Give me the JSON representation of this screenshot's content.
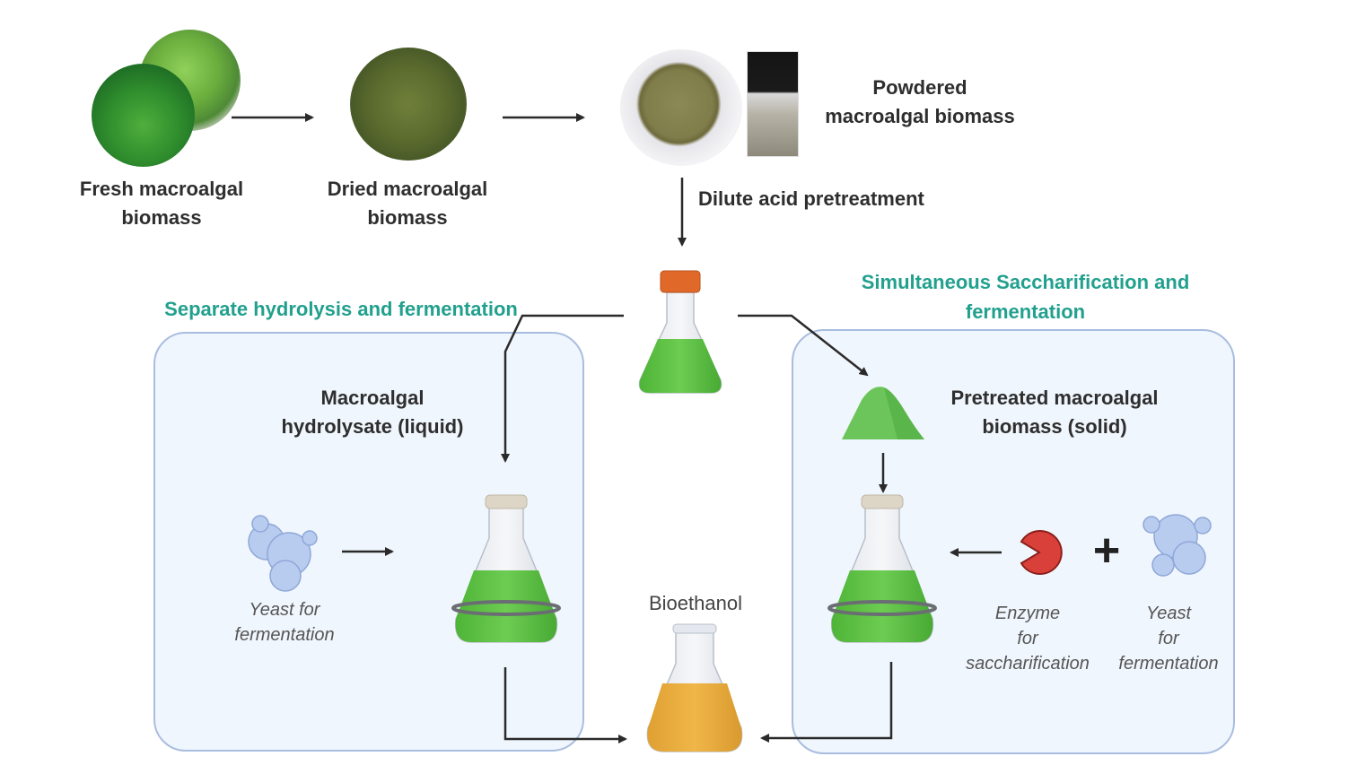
{
  "diagram": {
    "top_row": {
      "fresh_label_line1": "Fresh macroalgal",
      "fresh_label_line2": "biomass",
      "dried_label_line1": "Dried macroalgal",
      "dried_label_line2": "biomass",
      "powdered_label_line1": "Powdered",
      "powdered_label_line2": "macroalgal biomass",
      "pretreatment_label": "Dilute acid pretreatment"
    },
    "shf": {
      "title": "Separate hydrolysis and fermentation",
      "hydrolysate_line1": "Macroalgal",
      "hydrolysate_line2": "hydrolysate (liquid)",
      "yeast_line1": "Yeast for",
      "yeast_line2": "fermentation"
    },
    "ssf": {
      "title_line1": "Simultaneous Saccharification and",
      "title_line2": "fermentation",
      "solid_line1": "Pretreated macroalgal",
      "solid_line2": "biomass (solid)",
      "enzyme_line1": "Enzyme",
      "enzyme_line2": "for",
      "enzyme_line3": "saccharification",
      "plus_sign": "+",
      "yeast_line1": "Yeast",
      "yeast_line2": "for",
      "yeast_line3": "fermentation"
    },
    "product": {
      "label": "Bioethanol"
    },
    "colors": {
      "teal_heading": "#22a08e",
      "panel_fill": "#f0f6fd",
      "panel_border": "#a9bde0",
      "green_liquid": "#5cc145",
      "ethanol_liquid": "#e9a93a",
      "cap_orange": "#e0692a",
      "enzyme_red": "#d9403a",
      "yeast_blue": "#b8ccef"
    }
  }
}
